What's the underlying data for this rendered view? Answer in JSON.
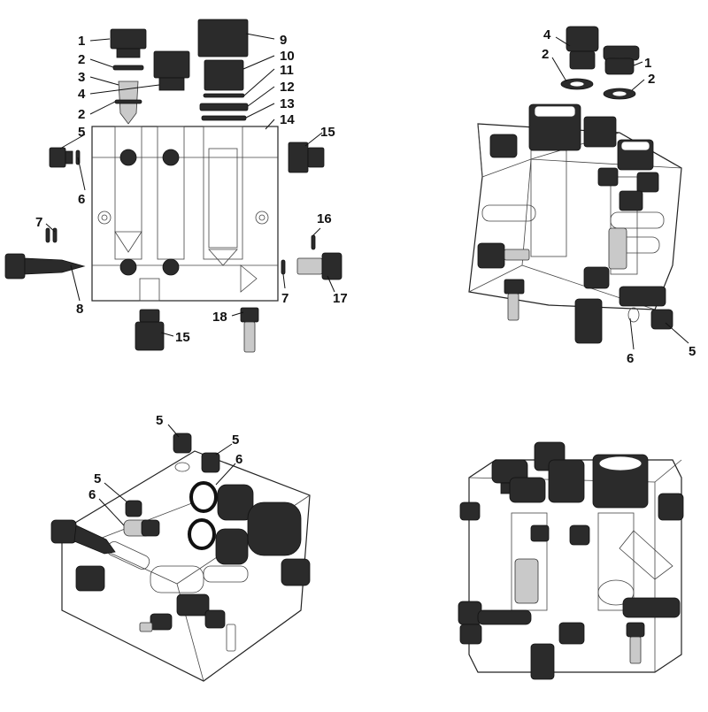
{
  "views": {
    "front": {
      "labels": [
        "1",
        "2",
        "3",
        "4",
        "2",
        "5",
        "6",
        "7",
        "8",
        "9",
        "10",
        "11",
        "12",
        "13",
        "14",
        "15",
        "16",
        "7",
        "17",
        "18",
        "15"
      ]
    },
    "iso_top_right": {
      "labels": [
        "4",
        "1",
        "2",
        "2",
        "6",
        "5"
      ]
    },
    "iso_bottom_left": {
      "labels": [
        "5",
        "5",
        "6",
        "5",
        "6"
      ]
    }
  }
}
